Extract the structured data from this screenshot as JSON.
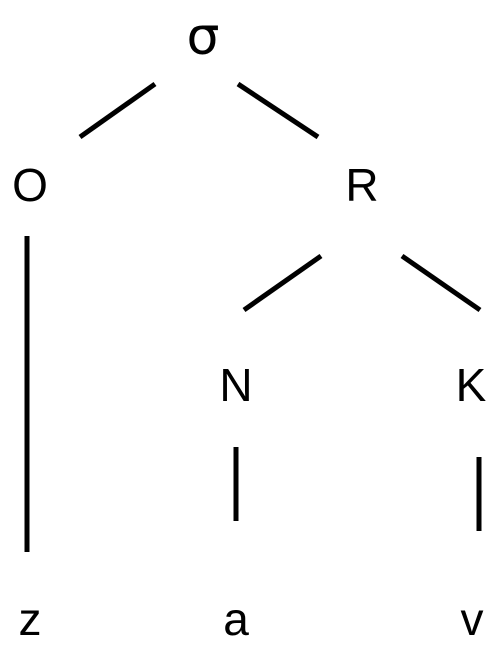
{
  "tree": {
    "root": {
      "label": "σ"
    },
    "onset": {
      "label": "O"
    },
    "rhyme": {
      "label": "R"
    },
    "nucleus": {
      "label": "N"
    },
    "coda": {
      "label": "K"
    },
    "segments": {
      "onset": "z",
      "nucleus": "a",
      "coda": "v"
    }
  }
}
